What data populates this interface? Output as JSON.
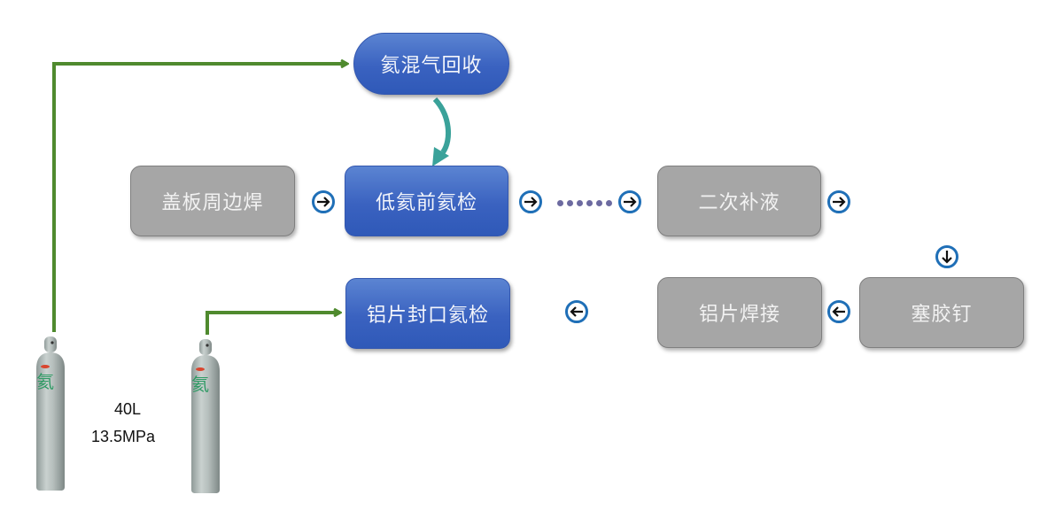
{
  "nodes": {
    "recovery": "氦混气回收",
    "cover_weld": "盖板周边焊",
    "low_he_check": "低氦前氦检",
    "second_fill": "二次补液",
    "plug_nail": "塞胶钉",
    "al_weld": "铝片焊接",
    "al_seal_check": "铝片封口氦检"
  },
  "cylinder": {
    "glyph": "氦",
    "volume": "40L",
    "pressure": "13.5MPa"
  },
  "colors": {
    "process_blue": "#3a62c0",
    "process_gray": "#a6a6a6",
    "pipe_green": "#4f8a2e",
    "return_teal": "#3aa29a",
    "arrow_ring": "#1f6fb7",
    "dots": "#6c6aa0"
  }
}
